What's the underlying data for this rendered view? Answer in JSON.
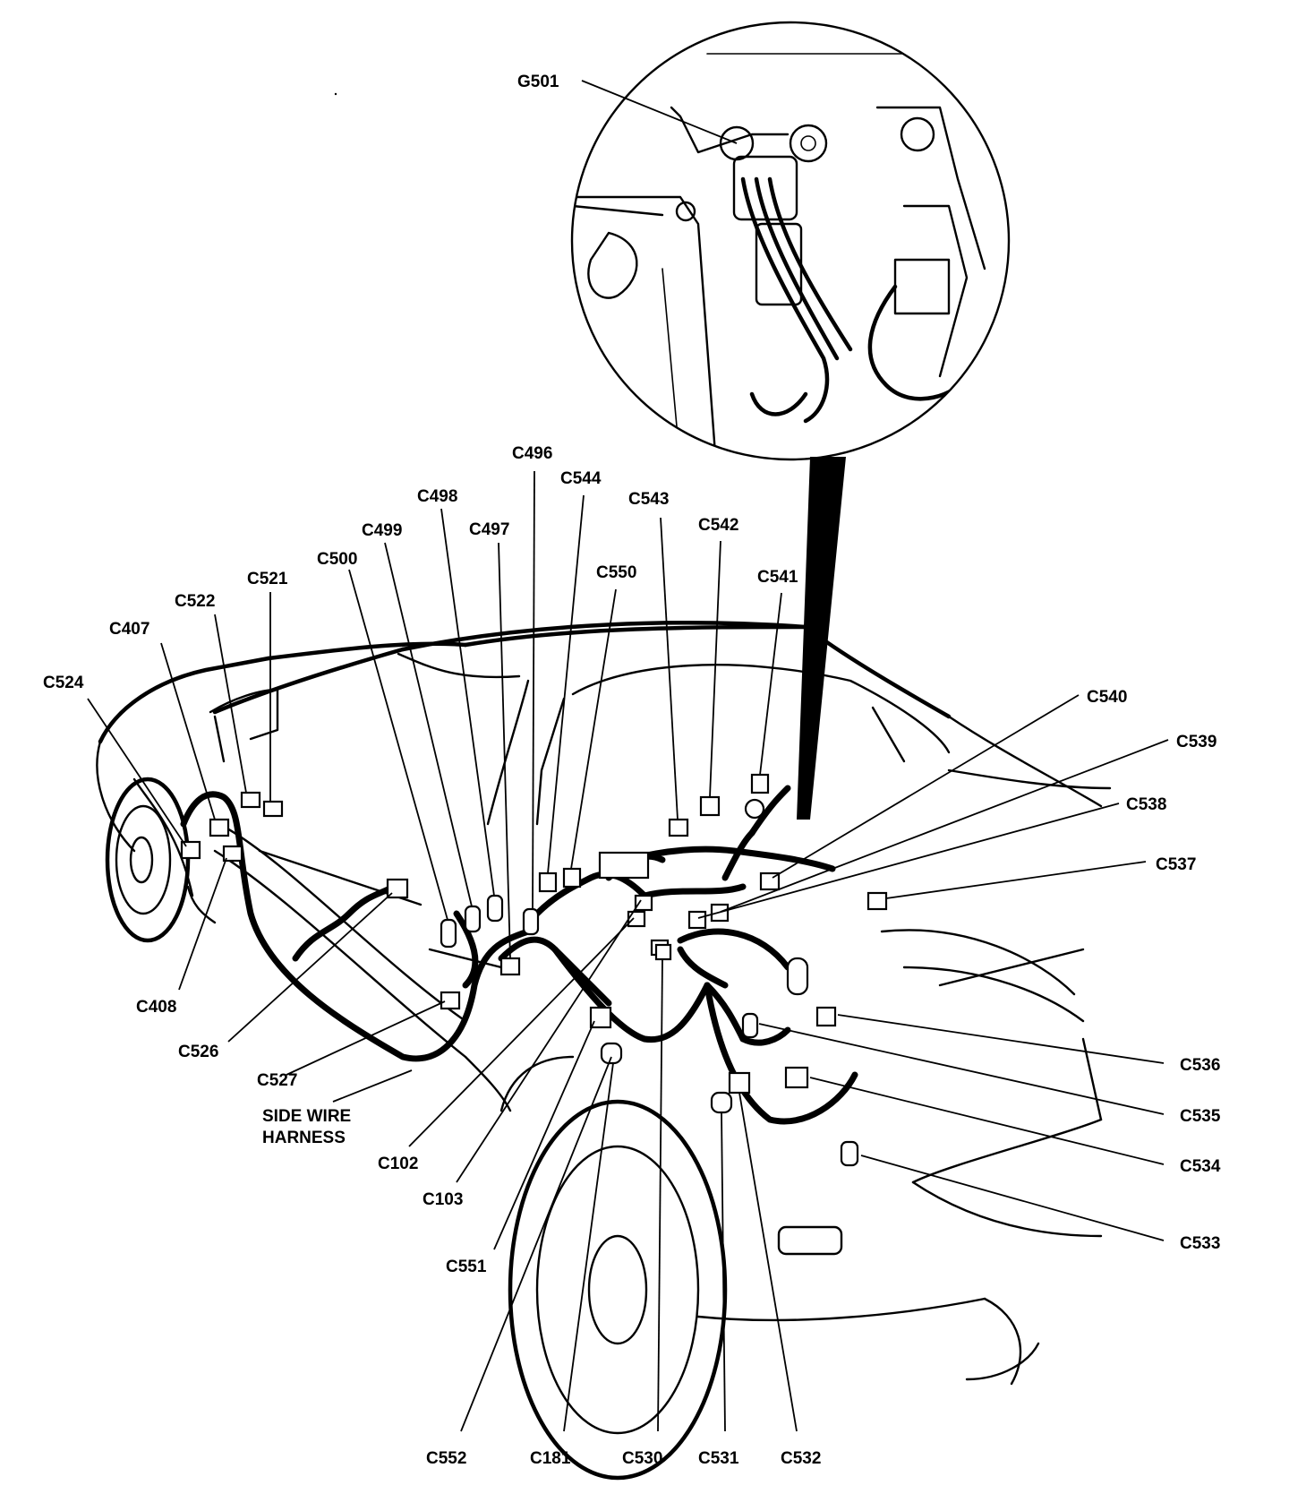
{
  "labels": {
    "g501": "G501",
    "c496": "C496",
    "c544": "C544",
    "c498": "C498",
    "c543": "C543",
    "c499": "C499",
    "c497": "C497",
    "c542": "C542",
    "c500": "C500",
    "c550": "C550",
    "c521": "C521",
    "c541": "C541",
    "c522": "C522",
    "c407": "C407",
    "c524": "C524",
    "c540": "C540",
    "c539": "C539",
    "c538": "C538",
    "c537": "C537",
    "c408": "C408",
    "c526": "C526",
    "c527": "C527",
    "side_wire_1": "SIDE WIRE",
    "side_wire_2": "HARNESS",
    "c102": "C102",
    "c103": "C103",
    "c551": "C551",
    "c536": "C536",
    "c535": "C535",
    "c534": "C534",
    "c533": "C533",
    "c552": "C552",
    "c181": "C181",
    "c530": "C530",
    "c531": "C531",
    "c532": "C532"
  }
}
